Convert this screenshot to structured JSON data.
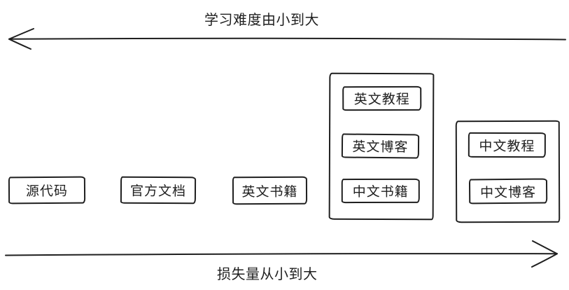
{
  "diagram": {
    "top_axis": {
      "label": "学习难度由小到大",
      "direction": "left"
    },
    "bottom_axis": {
      "label": "损失量从小到大",
      "direction": "right"
    },
    "boxes": [
      {
        "label": "源代码"
      },
      {
        "label": "官方文档"
      },
      {
        "label": "英文书籍"
      }
    ],
    "groups": [
      {
        "boxes": [
          {
            "label": "英文教程"
          },
          {
            "label": "英文博客"
          },
          {
            "label": "中文书籍"
          }
        ]
      },
      {
        "boxes": [
          {
            "label": "中文教程"
          },
          {
            "label": "中文博客"
          }
        ]
      }
    ],
    "colors": {
      "stroke": "#1f1f1f",
      "background": "#ffffff"
    }
  }
}
